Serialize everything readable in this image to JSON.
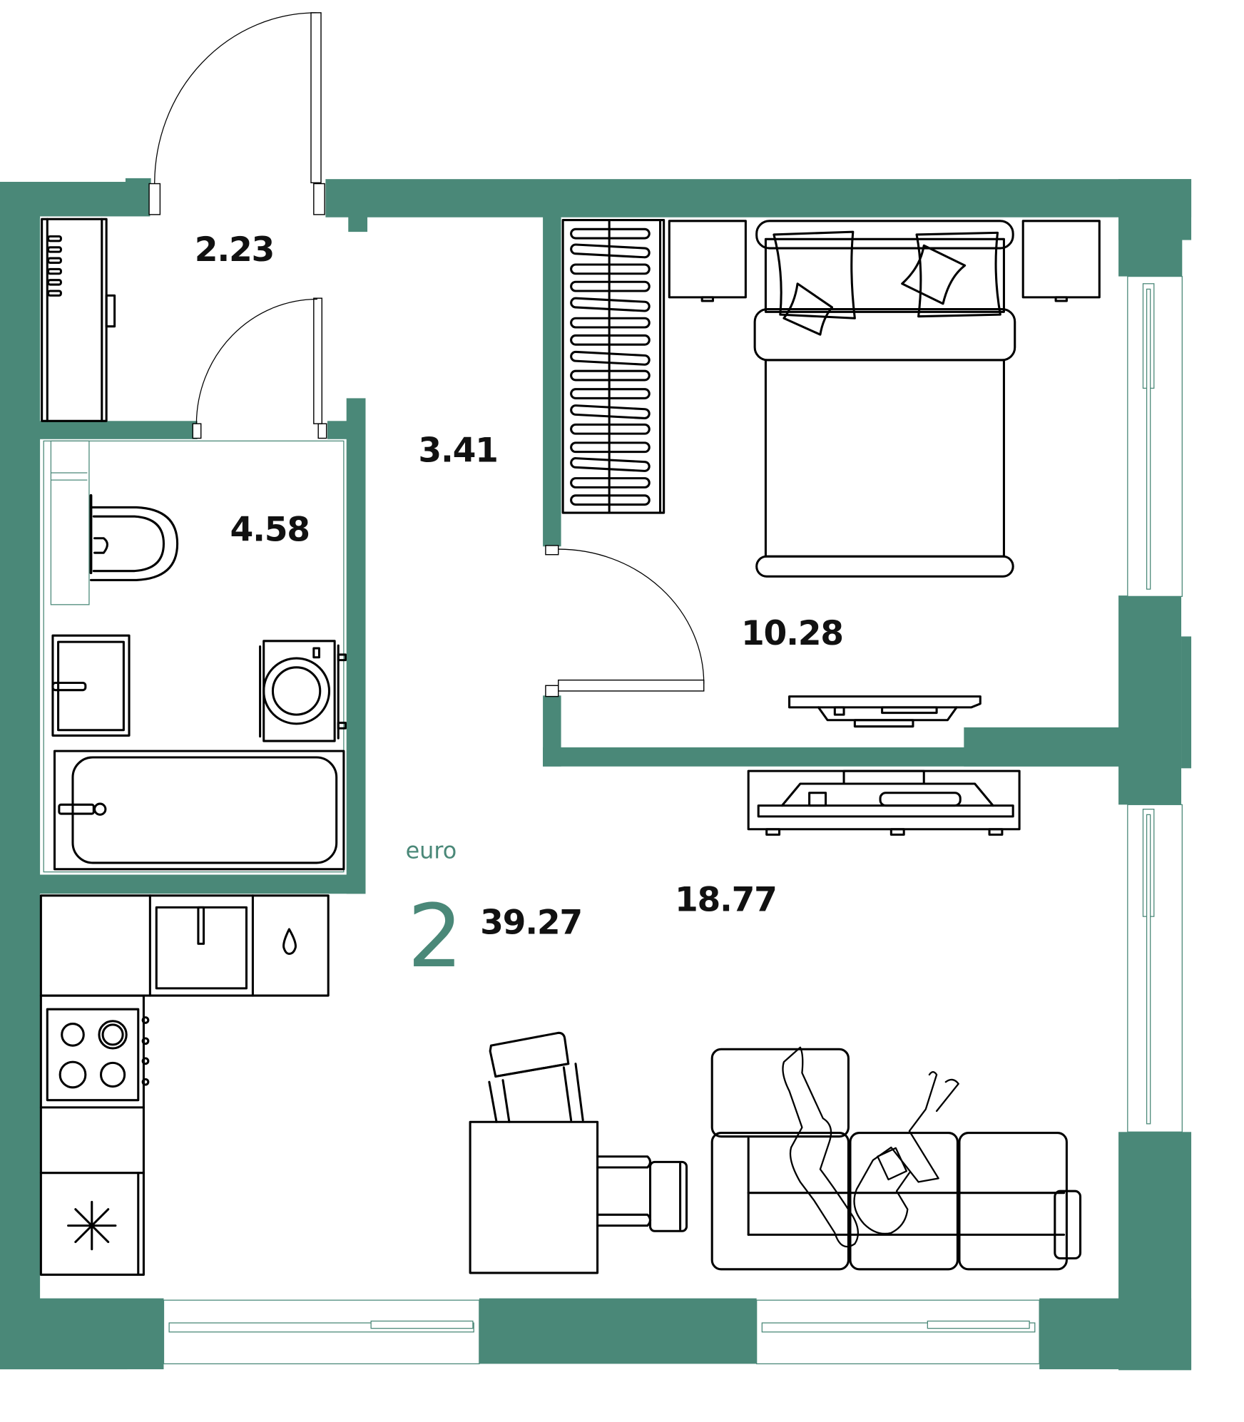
{
  "plan": {
    "type": "apartment floor plan",
    "layout_type": "euro",
    "rooms_count": "2",
    "total_area": "39.27",
    "wall_color": "#4a8878",
    "rooms": [
      {
        "id": "vestibule",
        "label": "2.23"
      },
      {
        "id": "hallway",
        "label": "3.41"
      },
      {
        "id": "bathroom",
        "label": "4.58"
      },
      {
        "id": "bedroom",
        "label": "10.28"
      },
      {
        "id": "kitchen-living",
        "label": "18.77"
      }
    ],
    "furniture": [
      "wardrobe-entry",
      "toilet",
      "sink",
      "washing-machine",
      "bathtub",
      "wardrobe-bedroom",
      "nightstand-left",
      "double-bed",
      "nightstand-right",
      "tv-bedroom",
      "tv-stand-living",
      "kitchen-sink",
      "water-heater",
      "stove",
      "fridge",
      "dining-table",
      "chairs",
      "sofa",
      "people"
    ]
  }
}
